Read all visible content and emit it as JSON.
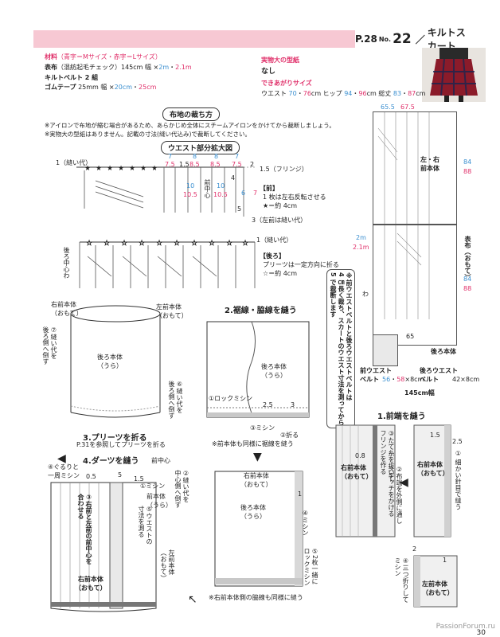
{
  "header": {
    "page_ref": "P.28",
    "no_label": "No.",
    "no": "22",
    "title": "キルトスカート"
  },
  "materials": {
    "heading": "材料",
    "heading_note": "（青字＝Mサイズ・赤字＝Lサイズ）",
    "fabric_label": "表布",
    "fabric_desc": "（混紡起毛チェック）145cm 幅 ×",
    "fabric_m": "2m",
    "sep": "・",
    "fabric_l": "2.1m",
    "belt": "キルトベルト 2 組",
    "tape_label": "ゴムテープ",
    "tape_desc": "25mm 幅 ×",
    "tape_m": "20cm",
    "tape_l": "25cm"
  },
  "pattern": {
    "heading": "実物大の型紙",
    "value": "なし"
  },
  "finished": {
    "heading": "できあがりサイズ",
    "waist_label": "ウエスト",
    "waist_m": "70",
    "waist_l": "76",
    "unit": "cm",
    "hip_label": "ヒップ",
    "hip_m": "94",
    "hip_l": "96",
    "length_label": "総丈",
    "length_m": "83",
    "length_l": "87"
  },
  "cutting": {
    "title": "布地の裁ち方",
    "note1": "※アイロンで布地が縮む場合があるため、あらかじめ全体にスチームアイロンをかけてから裁断しましょう。",
    "note2": "※実物大の型紙はありません。記載の寸法(縫い代込み)で裁断してください。"
  },
  "waist_detail": {
    "title": "ウエスト部分拡大図",
    "seam1": "1（縫い代）",
    "m7a": "7",
    "l75a": "7.5",
    "v15a": "1.5",
    "m8a": "8",
    "l85a": "8.5",
    "m8b": "8",
    "l85b": "8.5",
    "m7b": "7",
    "l75b": "7.5",
    "v2": "2",
    "fringe": "1.5（フリンジ）",
    "m10a": "10",
    "l105a": "10.5",
    "front_center": "前中心",
    "m10b": "10",
    "l105b": "10.5",
    "v4": "4",
    "v5": "5",
    "m6": "6",
    "l7": "7",
    "front_box": "【前】",
    "front_line1": "1 枚は左右反転させる",
    "front_line2": "★＝約 4cm",
    "seam3": "3（左前は縫い代）",
    "seam1b": "1（縫い代）",
    "back_center": "後ろ中心わ",
    "back_box": "【後ろ】",
    "back_line1": "プリーツは一定方向に折る",
    "back_line2": "☆＝約 4cm"
  },
  "layout": {
    "w1": "65.5",
    "w1l": "67.5",
    "front_piece": "左・右\n前本体",
    "h84a": "84",
    "h88a": "88",
    "len_m": "2m",
    "len_l": "2.1m",
    "omote": "表布（おもて）",
    "h84b": "84",
    "h88b": "88",
    "wa": "わ",
    "w65": "65",
    "back_piece": "後ろ本体",
    "fw_label": "前ウエスト\nベルト",
    "fw_m": "56",
    "fw_l": "58",
    "fw_rest": "×8cm",
    "bw_label": "後ろウエスト\nベルト",
    "bw_rest": "42×8cm",
    "width": "145cm幅",
    "side_note": "※前ウエストベルトと後ろウエストベルトは\n4 ㎝長く裁ち、スカートのウエスト寸法を測ってから\n5 で裁断します"
  },
  "step1": {
    "title": "1.前端を縫う",
    "v08": "0.8",
    "v15": "1.5",
    "v25": "2.5",
    "note1": "① 細かい針目で縫う",
    "note2": "②布端を外側に通し\nステッチをかける",
    "note3": "③たて糸を抜いて\nフリンジを作る",
    "right_front": "右前本体\n（おもて）",
    "v2": "2",
    "v1": "1",
    "note4": "④三つ折りして\nミシン",
    "left_front": "左前本体\n（おもて）"
  },
  "step2": {
    "title": "2.裾線・脇線を縫う",
    "back_body": "後ろ本体\n（うら）",
    "lock": "①ロックミシン",
    "v25": "2.5",
    "v3": "3",
    "machine": "③ミシン",
    "fold": "②折る",
    "note": "※前本体も同様に裾線を縫う",
    "right_front": "右前本体\n（おもて）",
    "back_body2": "後ろ本体\n（うら）",
    "v1": "1",
    "m4": "④ミシン",
    "m5": "⑤2枚一緒に\nロックミシン",
    "note2": "※右前本体側の脇線も同様に縫う"
  },
  "step3": {
    "title": "3.プリーツを折る",
    "sub": "P.31を参照してプリーツを折る",
    "right_front": "右前本体\n（おもて）",
    "left_front": "左前本体\n（おもて）",
    "back_body": "後ろ本体\n（うら）",
    "n6": "⑥縫い代を\n後ろ側へ倒す",
    "n7": "⑦縫い代を\n後ろ側へ倒す"
  },
  "step4": {
    "title": "4.ダーツを縫う",
    "front_center": "前中心",
    "n4": "④ぐるりと\n一周ミシン",
    "v05": "0.5",
    "v5": "5",
    "v15": "1.5",
    "n1": "①ミシン",
    "front_body": "前本体\n（うら）",
    "n2": "②縫い代を\n中心側へ倒す",
    "n3": "③右前と左前の前中心を\n合わせる",
    "n5": "⑤ウエストの\n寸法を測る",
    "left_front": "左前本体\n（おもて）",
    "right_front": "右前本体\n（おもて）"
  },
  "footer": {
    "page": "30",
    "watermark": "PassionForum.ru"
  }
}
